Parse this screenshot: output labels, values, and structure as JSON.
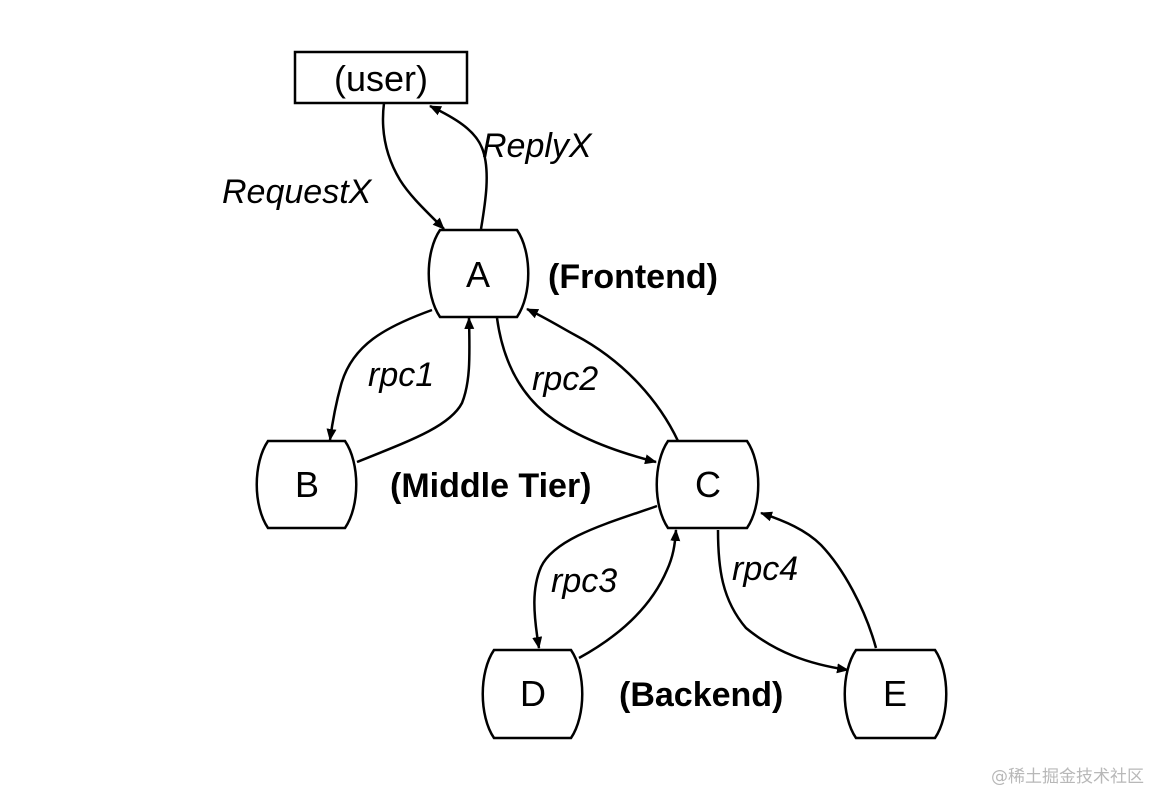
{
  "nodes": {
    "user": "(user)",
    "a": "A",
    "b": "B",
    "c": "C",
    "d": "D",
    "e": "E"
  },
  "tiers": {
    "frontend": "(Frontend)",
    "middle": "(Middle Tier)",
    "backend": "(Backend)"
  },
  "edges": {
    "request": "RequestX",
    "reply": "ReplyX",
    "rpc1": "rpc1",
    "rpc2": "rpc2",
    "rpc3": "rpc3",
    "rpc4": "rpc4"
  },
  "watermark": "@稀土掘金技术社区"
}
